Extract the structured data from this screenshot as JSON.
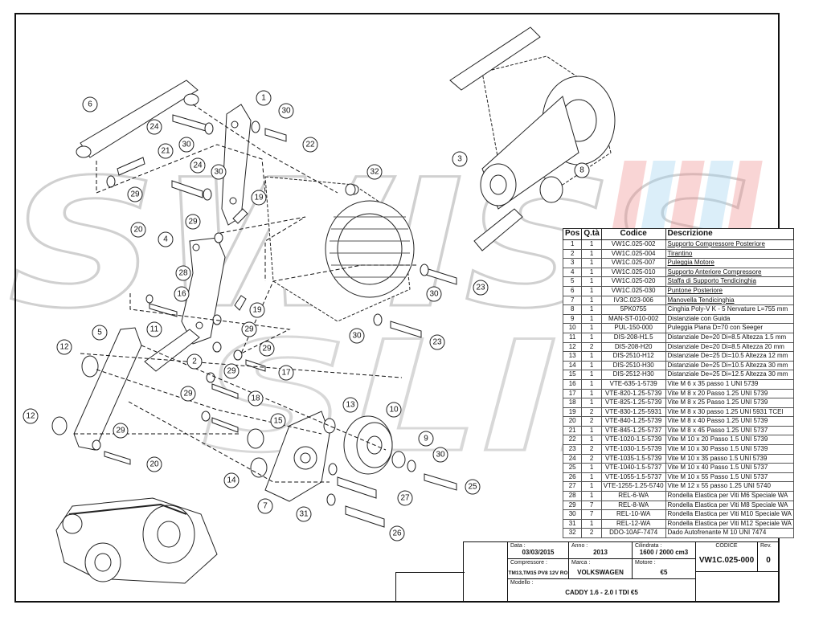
{
  "watermark": {
    "line1": "SWISS",
    "line2": "SLIM"
  },
  "table": {
    "headers": {
      "pos": "Pos",
      "qty": "Q.tà",
      "code": "Codice",
      "desc": "Descrizione"
    },
    "rows": [
      {
        "pos": "1",
        "qty": "1",
        "code": "VW1C.025-002",
        "desc": "Supporto Compressore Posteriore"
      },
      {
        "pos": "2",
        "qty": "1",
        "code": "VW1C.025-004",
        "desc": "Tirantino"
      },
      {
        "pos": "3",
        "qty": "1",
        "code": "VW1C.025-007",
        "desc": "Puleggia Motore"
      },
      {
        "pos": "4",
        "qty": "1",
        "code": "VW1C.025-010",
        "desc": "Supporto Anteriore Compressore"
      },
      {
        "pos": "5",
        "qty": "1",
        "code": "VW1C.025-020",
        "desc": "Staffa di Supporto Tendicinghia"
      },
      {
        "pos": "6",
        "qty": "1",
        "code": "VW1C.025-030",
        "desc": "Puntone Posteriore"
      },
      {
        "pos": "7",
        "qty": "1",
        "code": "IV3C.023-006",
        "desc": "Manovella Tendicinghia"
      },
      {
        "pos": "8",
        "qty": "1",
        "code": "5PK0755",
        "desc": "Cinghia Poly-V K - 5 Nervature L=755 mm"
      },
      {
        "pos": "9",
        "qty": "1",
        "code": "MAN-ST-010-002",
        "desc": "Distanziale con Guida"
      },
      {
        "pos": "10",
        "qty": "1",
        "code": "PUL-150-000",
        "desc": "Puleggia Piana D=70 con Seeger"
      },
      {
        "pos": "11",
        "qty": "1",
        "code": "DIS-208-H1.5",
        "desc": "Distanziale De=20 Di=8.5 Altezza 1.5 mm"
      },
      {
        "pos": "12",
        "qty": "2",
        "code": "DIS-208-H20",
        "desc": "Distanziale De=20 Di=8.5 Altezza 20 mm"
      },
      {
        "pos": "13",
        "qty": "1",
        "code": "DIS-2510-H12",
        "desc": "Distanziale De=25 Di=10.5 Altezza 12 mm"
      },
      {
        "pos": "14",
        "qty": "1",
        "code": "DIS-2510-H30",
        "desc": "Distanziale De=25 Di=10.5 Altezza 30 mm"
      },
      {
        "pos": "15",
        "qty": "1",
        "code": "DIS-2512-H30",
        "desc": "Distanziale De=25 Di=12.5 Altezza 30 mm"
      },
      {
        "pos": "16",
        "qty": "1",
        "code": "VTE-635-1-5739",
        "desc": "Vite M 6 x 35 passo 1 UNI 5739"
      },
      {
        "pos": "17",
        "qty": "1",
        "code": "VTE-820-1.25-5739",
        "desc": "Vite M 8 x 20 Passo 1.25 UNI 5739"
      },
      {
        "pos": "18",
        "qty": "1",
        "code": "VTE-825-1.25-5739",
        "desc": "Vite M 8 x 25 Passo 1.25 UNI 5739"
      },
      {
        "pos": "19",
        "qty": "2",
        "code": "VTE-830-1.25-5931",
        "desc": "Vite M 8 x 30 passo 1.25 UNI 5931 TCEI"
      },
      {
        "pos": "20",
        "qty": "2",
        "code": "VTE-840-1.25-5739",
        "desc": "Vite M 8 x 40 Passo 1.25 UNI 5739"
      },
      {
        "pos": "21",
        "qty": "1",
        "code": "VTE-845-1.25-5737",
        "desc": "Vite M 8 x 45 Passo 1.25 UNI 5737"
      },
      {
        "pos": "22",
        "qty": "1",
        "code": "VTE-1020-1.5-5739",
        "desc": "Vite M 10 x 20 Passo 1.5 UNI 5739"
      },
      {
        "pos": "23",
        "qty": "2",
        "code": "VTE-1030-1.5-5739",
        "desc": "Vite M 10 x 30 Passo 1.5 UNI 5739"
      },
      {
        "pos": "24",
        "qty": "2",
        "code": "VTE-1035-1.5-5739",
        "desc": "Vite M 10 x 35 passo 1.5 UNI 5739"
      },
      {
        "pos": "25",
        "qty": "1",
        "code": "VTE-1040-1.5-5737",
        "desc": "Vite M 10 x 40 Passo 1.5 UNI 5737"
      },
      {
        "pos": "26",
        "qty": "1",
        "code": "VTE-1055-1.5-5737",
        "desc": "Vite M 10 x 55 Passo 1.5 UNI 5737"
      },
      {
        "pos": "27",
        "qty": "1",
        "code": "VTE-1255-1.25-5740",
        "desc": "Vite M 12 x 55 passo 1.25 UNI 5740"
      },
      {
        "pos": "28",
        "qty": "1",
        "code": "REL-6-WA",
        "desc": "Rondella Elastica per Viti M6 Speciale WA"
      },
      {
        "pos": "29",
        "qty": "7",
        "code": "REL-8-WA",
        "desc": "Rondella Elastica per Viti M8 Speciale WA"
      },
      {
        "pos": "30",
        "qty": "7",
        "code": "REL-10-WA",
        "desc": "Rondella Elastica per Viti M10 Speciale WA"
      },
      {
        "pos": "31",
        "qty": "1",
        "code": "REL-12-WA",
        "desc": "Rondella Elastica per Viti M12 Speciale WA"
      },
      {
        "pos": "32",
        "qty": "2",
        "code": "DDO-10AF-7474",
        "desc": "Dado Autofrenante M 10 UNI 7474"
      }
    ]
  },
  "title_block": {
    "data_label": "Data :",
    "data_value": "03/03/2015",
    "anno_label": "Anno :",
    "anno_value": "2013",
    "cilindrata_label": "Cilindrata :",
    "cilindrata_value": "1600 / 2000 cm3",
    "codice_label": "CODICE",
    "codice_value": "VW1C.025-000",
    "rev_label": "Rev.",
    "rev_value": "0",
    "compressore_label": "Compressore :",
    "compressore_value": "TM13,TM15 PV8 12V RO",
    "marca_label": "Marca :",
    "marca_value": "VOLKSWAGEN",
    "motore_label": "Motore :",
    "motore_value": "€5",
    "modello_label": "Modello :",
    "modello_value": "CADDY 1.6 - 2.0 l TDI €5"
  },
  "callouts": [
    "1",
    "2",
    "3",
    "4",
    "5",
    "6",
    "7",
    "8",
    "9",
    "10",
    "11",
    "12",
    "12",
    "13",
    "14",
    "15",
    "16",
    "17",
    "18",
    "19",
    "19",
    "20",
    "20",
    "21",
    "22",
    "23",
    "23",
    "24",
    "24",
    "25",
    "26",
    "27",
    "28",
    "29",
    "29",
    "29",
    "29",
    "29",
    "29",
    "29",
    "30",
    "30",
    "30",
    "30",
    "30",
    "30",
    "31",
    "32"
  ]
}
